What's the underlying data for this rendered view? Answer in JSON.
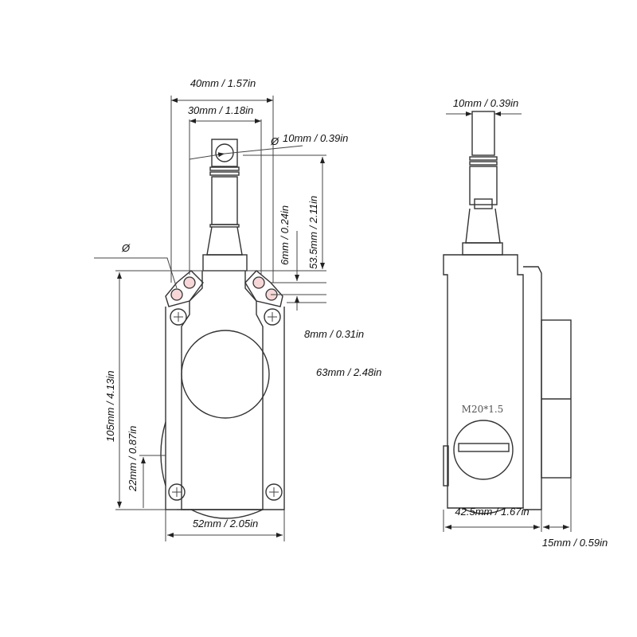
{
  "front_view": {
    "dimensions": {
      "overall_width_top": "40mm / 1.57in",
      "inner_width_top": "30mm / 1.18in",
      "actuator_diameter": "10mm / 0.39in",
      "hole_offset": "6mm / 0.24in",
      "actuator_height": "53.5mm / 2.11in",
      "hole_spacing": "8mm / 0.31in",
      "hole_to_center": "63mm / 2.48in",
      "body_height": "105mm / 4.13in",
      "bottom_offset": "22mm / 0.87in",
      "body_width": "52mm / 2.05in"
    },
    "diameter_symbol": "Ø"
  },
  "side_view": {
    "dimensions": {
      "actuator_width": "10mm / 0.39in",
      "body_depth": "42.5mm / 1.67in",
      "cover_depth": "15mm / 0.59in"
    },
    "thread_label": "M20*1.5"
  },
  "colors": {
    "line": "#333333",
    "hole_fill": "#f6d6d6"
  }
}
